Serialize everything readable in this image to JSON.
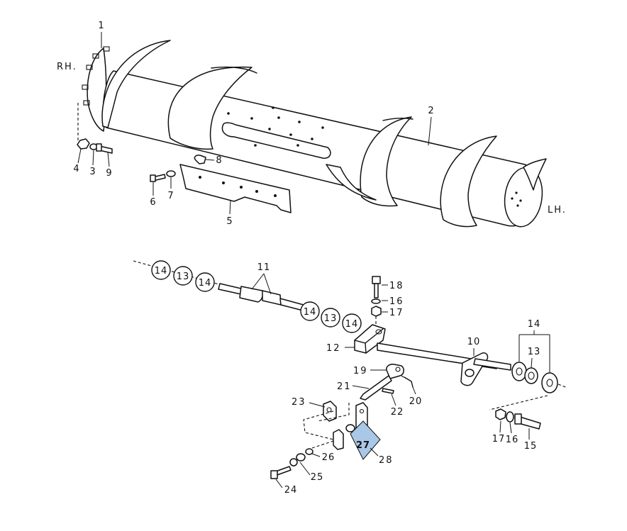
{
  "side_labels": {
    "right": "RH.",
    "left": "LH."
  },
  "callouts": {
    "c1": "1",
    "c2": "2",
    "c3": "3",
    "c4": "4",
    "c5": "5",
    "c6": "6",
    "c7": "7",
    "c8": "8",
    "c9": "9",
    "c10": "10",
    "c11": "11",
    "c12": "12",
    "c13": "13",
    "c14": "14",
    "c15": "15",
    "c16": "16",
    "c17": "17",
    "c18": "18",
    "c19": "19",
    "c20": "20",
    "c21": "21",
    "c22": "22",
    "c23": "23",
    "c24": "24",
    "c25": "25",
    "c26": "26",
    "c27": "27",
    "c28": "28"
  },
  "highlight": {
    "label": "27",
    "color": "#a9c7e6"
  },
  "colors": {
    "line": "#111111",
    "background": "#ffffff"
  }
}
